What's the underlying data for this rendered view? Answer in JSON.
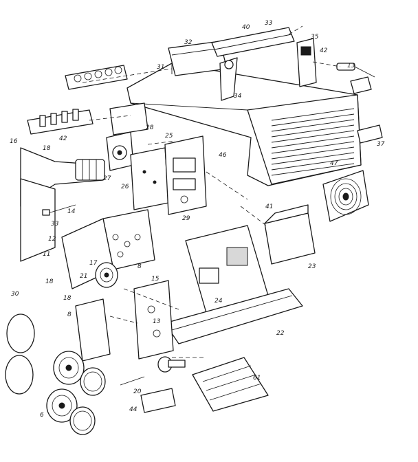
{
  "diagram": {
    "callouts": [
      {
        "id": "c40",
        "text": "40"
      },
      {
        "id": "c33a",
        "text": "33"
      },
      {
        "id": "c32",
        "text": "32"
      },
      {
        "id": "c35",
        "text": "35"
      },
      {
        "id": "c31",
        "text": "31"
      },
      {
        "id": "c34",
        "text": "34"
      },
      {
        "id": "c13a",
        "text": "13"
      },
      {
        "id": "c28",
        "text": "28"
      },
      {
        "id": "c25",
        "text": "25"
      },
      {
        "id": "c16",
        "text": "16"
      },
      {
        "id": "c18a",
        "text": "18"
      },
      {
        "id": "c42a",
        "text": "42"
      },
      {
        "id": "c27",
        "text": "27"
      },
      {
        "id": "c26",
        "text": "26"
      },
      {
        "id": "c29",
        "text": "29"
      },
      {
        "id": "c47",
        "text": "47"
      },
      {
        "id": "c46",
        "text": "46"
      },
      {
        "id": "c14",
        "text": "14"
      },
      {
        "id": "c33b",
        "text": "33"
      },
      {
        "id": "c12",
        "text": "12"
      },
      {
        "id": "c11",
        "text": "11"
      },
      {
        "id": "c18b",
        "text": "18"
      },
      {
        "id": "c17",
        "text": "17"
      },
      {
        "id": "c8a",
        "text": "8"
      },
      {
        "id": "c21",
        "text": "21"
      },
      {
        "id": "c18c",
        "text": "18"
      },
      {
        "id": "c8b",
        "text": "8"
      },
      {
        "id": "c15",
        "text": "15"
      },
      {
        "id": "c13b",
        "text": "13"
      },
      {
        "id": "c24",
        "text": "24"
      },
      {
        "id": "c23",
        "text": "23"
      },
      {
        "id": "c22",
        "text": "22"
      },
      {
        "id": "c6",
        "text": "6"
      },
      {
        "id": "c20",
        "text": "20"
      },
      {
        "id": "c44",
        "text": "44"
      },
      {
        "id": "c61",
        "text": "61"
      },
      {
        "id": "c37",
        "text": "37"
      },
      {
        "id": "c42b",
        "text": "42"
      },
      {
        "id": "c41",
        "text": "41"
      },
      {
        "id": "c30",
        "text": "30"
      }
    ]
  }
}
